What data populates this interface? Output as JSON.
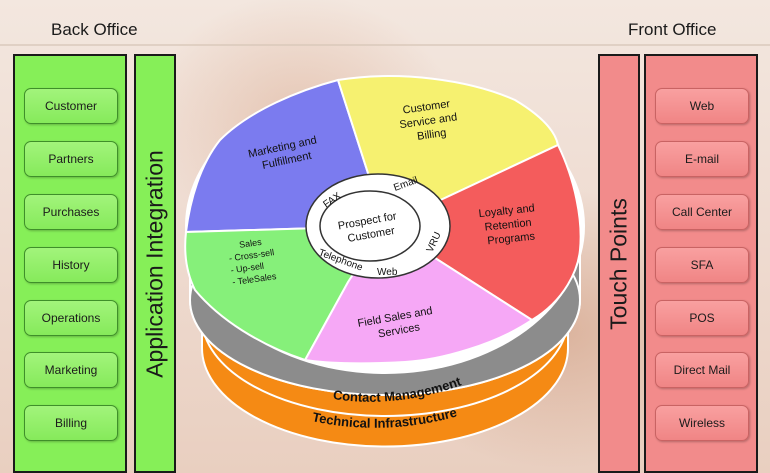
{
  "back_office": {
    "heading": "Back Office",
    "items": [
      "Customer",
      "Partners",
      "Purchases",
      "History",
      "Operations",
      "Marketing",
      "Billing"
    ],
    "integration_label": "Application Integration",
    "color": "#86ef58"
  },
  "front_office": {
    "heading": "Front Office",
    "touch_points_label": "Touch Points",
    "items": [
      "Web",
      "E-mail",
      "Call Center",
      "SFA",
      "POS",
      "Direct Mail",
      "Wireless"
    ],
    "color": "#f28b8b"
  },
  "wheel": {
    "segments": [
      {
        "label": [
          "Marketing and",
          "Fulfillment"
        ],
        "color": "#7b7bef"
      },
      {
        "label": [
          "Customer",
          "Service and",
          "Billing"
        ],
        "color": "#f6f170"
      },
      {
        "label": [
          "Loyalty and",
          "Retention",
          "Programs"
        ],
        "color": "#f45c5c"
      },
      {
        "label": [
          "Field Sales and",
          "Services"
        ],
        "color": "#f6a8f6"
      },
      {
        "label": [
          "Sales",
          "- Cross-sell",
          "- Up-sell",
          "- TeleSales"
        ],
        "color": "#86f07a"
      }
    ],
    "center": [
      "Prospect for",
      "Customer"
    ],
    "ring_words": [
      "Email",
      "VRU",
      "Web",
      "Telephone",
      "FAX"
    ],
    "contact_layer": "Contact Management",
    "infra_layer": "Technical Infrastructure",
    "contact_color": "#8c8c8c",
    "infra_color": "#f58a14"
  }
}
